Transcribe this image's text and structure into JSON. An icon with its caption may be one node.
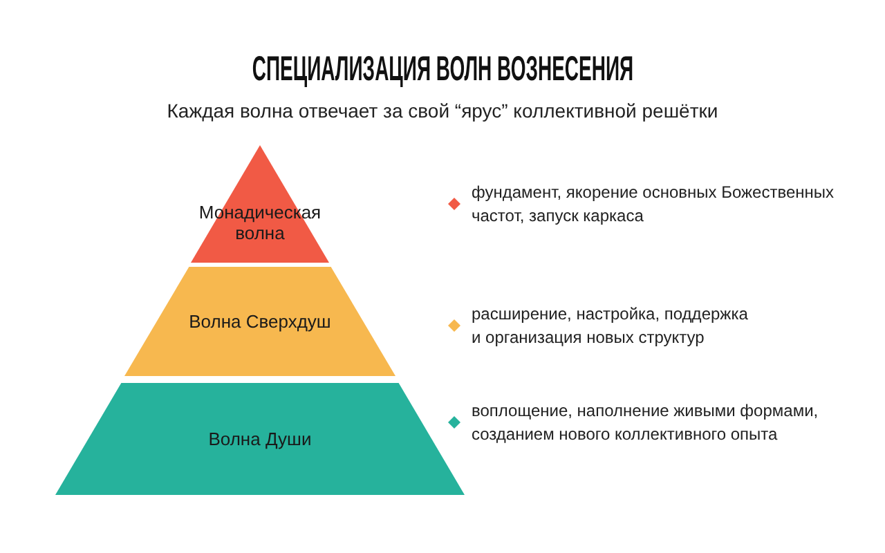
{
  "diagram": {
    "title": "СПЕЦИАЛИЗАЦИЯ ВОЛН ВОЗНЕСЕНИЯ",
    "nodes": [
      {
        "text": [
          "Монадическая волна"
        ]
      },
      {
        "text": [
          "Волна Сверхдуш"
        ]
      },
      {
        "text": [
          "Волна Души"
        ]
      }
    ],
    "labels": [
      "Каждая волна отвечает за свой “ярус” коллективной решётки"
    ],
    "legend": [
      {
        "text": "фундамент, якорение основных Божественных частот, запуск каркаса",
        "color": "#f15a45"
      },
      {
        "text": "расширение, настройка, поддержка и организация новых структур",
        "color": "#f7b84f"
      },
      {
        "text": "воплощение, наполнение живыми формами, созданием нового коллективного опыта",
        "color": "#26b29c"
      }
    ]
  }
}
